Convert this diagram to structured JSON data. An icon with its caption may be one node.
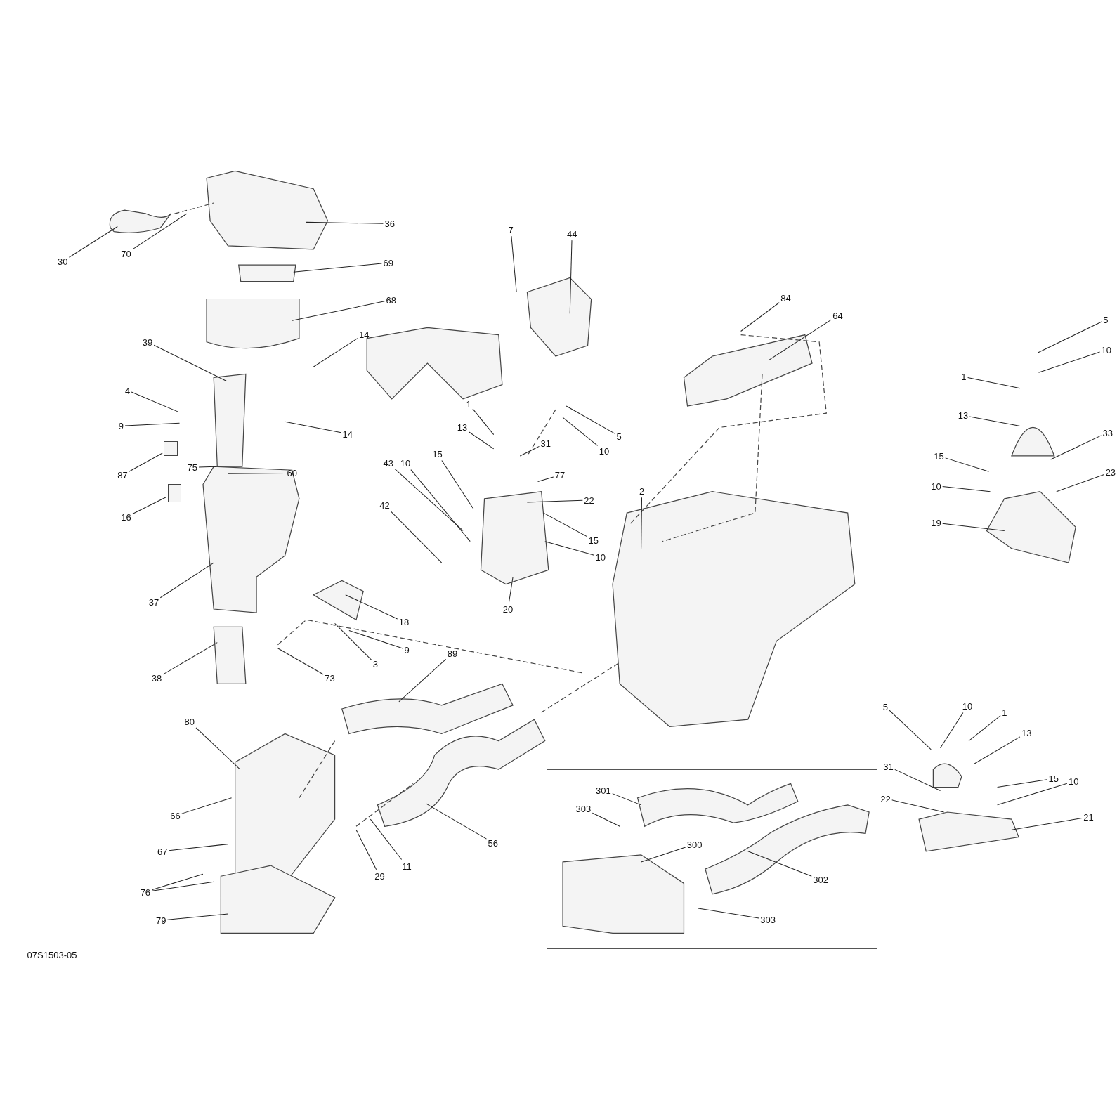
{
  "diagram": {
    "nodes": [
      {
        "text": [
          "30"
        ]
      },
      {
        "text": [
          "70"
        ]
      },
      {
        "text": [
          "36"
        ]
      },
      {
        "text": [
          "69"
        ]
      },
      {
        "text": [
          "68"
        ]
      },
      {
        "text": [
          "39"
        ]
      },
      {
        "text": [
          "14"
        ]
      },
      {
        "text": [
          "14"
        ]
      },
      {
        "text": [
          "4"
        ]
      },
      {
        "text": [
          "9"
        ]
      },
      {
        "text": [
          "87"
        ]
      },
      {
        "text": [
          "75"
        ]
      },
      {
        "text": [
          "60"
        ]
      },
      {
        "text": [
          "16"
        ]
      },
      {
        "text": [
          "37"
        ]
      },
      {
        "text": [
          "38"
        ]
      },
      {
        "text": [
          "73"
        ]
      },
      {
        "text": [
          "3"
        ]
      },
      {
        "text": [
          "9"
        ]
      },
      {
        "text": [
          "18"
        ]
      },
      {
        "text": [
          "7"
        ]
      },
      {
        "text": [
          "44"
        ]
      },
      {
        "text": [
          "1"
        ]
      },
      {
        "text": [
          "13"
        ]
      },
      {
        "text": [
          "5"
        ]
      },
      {
        "text": [
          "10"
        ]
      },
      {
        "text": [
          "31"
        ]
      },
      {
        "text": [
          "15"
        ]
      },
      {
        "text": [
          "10"
        ]
      },
      {
        "text": [
          "43"
        ]
      },
      {
        "text": [
          "77"
        ]
      },
      {
        "text": [
          "22"
        ]
      },
      {
        "text": [
          "42"
        ]
      },
      {
        "text": [
          "15"
        ]
      },
      {
        "text": [
          "10"
        ]
      },
      {
        "text": [
          "20"
        ]
      },
      {
        "text": [
          "84"
        ]
      },
      {
        "text": [
          "64"
        ]
      },
      {
        "text": [
          "2"
        ]
      },
      {
        "text": [
          "5"
        ]
      },
      {
        "text": [
          "10"
        ]
      },
      {
        "text": [
          "1"
        ]
      },
      {
        "text": [
          "13"
        ]
      },
      {
        "text": [
          "33"
        ]
      },
      {
        "text": [
          "15"
        ]
      },
      {
        "text": [
          "23"
        ]
      },
      {
        "text": [
          "10"
        ]
      },
      {
        "text": [
          "19"
        ]
      },
      {
        "text": [
          "89"
        ]
      },
      {
        "text": [
          "80"
        ]
      },
      {
        "text": [
          "66"
        ]
      },
      {
        "text": [
          "67"
        ]
      },
      {
        "text": [
          "76"
        ]
      },
      {
        "text": [
          "79"
        ]
      },
      {
        "text": [
          "29"
        ]
      },
      {
        "text": [
          "11"
        ]
      },
      {
        "text": [
          "56"
        ]
      },
      {
        "text": [
          "5"
        ]
      },
      {
        "text": [
          "10"
        ]
      },
      {
        "text": [
          "1"
        ]
      },
      {
        "text": [
          "13"
        ]
      },
      {
        "text": [
          "31"
        ]
      },
      {
        "text": [
          "15"
        ]
      },
      {
        "text": [
          "10"
        ]
      },
      {
        "text": [
          "22"
        ]
      },
      {
        "text": [
          "21"
        ]
      },
      {
        "text": [],
        "shape": "box"
      },
      {
        "text": [
          "301"
        ],
        "in": 66
      },
      {
        "text": [
          "303"
        ],
        "in": 66
      },
      {
        "text": [
          "300"
        ],
        "in": 66
      },
      {
        "text": [
          "302"
        ],
        "in": 66
      },
      {
        "text": [
          "303"
        ],
        "in": 66
      },
      {
        "text": [],
        "shape": "box"
      },
      {
        "text": [],
        "shape": "box"
      }
    ],
    "edges": [
      {
        "from": 0,
        "to": null,
        "arrow": "none"
      },
      {
        "from": 1,
        "to": null,
        "arrow": "none"
      },
      {
        "from": 2,
        "to": null,
        "arrow": "none"
      },
      {
        "from": 3,
        "to": null,
        "arrow": "none"
      },
      {
        "from": 4,
        "to": null,
        "arrow": "none"
      },
      {
        "from": 5,
        "to": null,
        "arrow": "none"
      },
      {
        "from": 6,
        "to": null,
        "arrow": "none"
      },
      {
        "from": 7,
        "to": null,
        "arrow": "none"
      },
      {
        "from": 8,
        "to": null,
        "arrow": "none"
      },
      {
        "from": 9,
        "to": null,
        "arrow": "none"
      },
      {
        "from": 10,
        "to": 72,
        "arrow": "none"
      },
      {
        "from": 11,
        "to": null,
        "arrow": "none"
      },
      {
        "from": 12,
        "to": null,
        "arrow": "none"
      },
      {
        "from": 13,
        "to": 73,
        "arrow": "none"
      },
      {
        "from": 14,
        "to": null,
        "arrow": "none"
      },
      {
        "from": 15,
        "to": null,
        "arrow": "none"
      },
      {
        "from": 16,
        "to": null,
        "arrow": "none"
      },
      {
        "from": 17,
        "to": null,
        "arrow": "none"
      },
      {
        "from": 18,
        "to": null,
        "arrow": "none"
      },
      {
        "from": 19,
        "to": null,
        "arrow": "none"
      },
      {
        "from": 20,
        "to": null,
        "arrow": "none"
      },
      {
        "from": 21,
        "to": null,
        "arrow": "none"
      },
      {
        "from": 22,
        "to": null,
        "arrow": "none"
      },
      {
        "from": 23,
        "to": null,
        "arrow": "none"
      },
      {
        "from": 24,
        "to": null,
        "arrow": "none"
      },
      {
        "from": 25,
        "to": null,
        "arrow": "none"
      },
      {
        "from": 26,
        "to": null,
        "arrow": "none"
      },
      {
        "from": 27,
        "to": null,
        "arrow": "none"
      },
      {
        "from": 28,
        "to": null,
        "arrow": "none"
      },
      {
        "from": 29,
        "to": null,
        "arrow": "none"
      },
      {
        "from": 30,
        "to": null,
        "arrow": "none"
      },
      {
        "from": 31,
        "to": null,
        "arrow": "none"
      },
      {
        "from": 32,
        "to": null,
        "arrow": "none"
      },
      {
        "from": 33,
        "to": null,
        "arrow": "none"
      },
      {
        "from": 34,
        "to": null,
        "arrow": "none"
      },
      {
        "from": 35,
        "to": null,
        "arrow": "none"
      },
      {
        "from": 36,
        "to": null,
        "arrow": "none"
      },
      {
        "from": 37,
        "to": null,
        "arrow": "none"
      },
      {
        "from": 38,
        "to": null,
        "arrow": "none"
      },
      {
        "from": 39,
        "to": null,
        "arrow": "none"
      },
      {
        "from": 40,
        "to": null,
        "arrow": "none"
      },
      {
        "from": 41,
        "to": null,
        "arrow": "none"
      },
      {
        "from": 42,
        "to": null,
        "arrow": "none"
      },
      {
        "from": 43,
        "to": null,
        "arrow": "none"
      },
      {
        "from": 44,
        "to": null,
        "arrow": "none"
      },
      {
        "from": 45,
        "to": null,
        "arrow": "none"
      },
      {
        "from": 46,
        "to": null,
        "arrow": "none"
      },
      {
        "from": 47,
        "to": null,
        "arrow": "none"
      },
      {
        "from": 48,
        "to": null,
        "arrow": "none"
      },
      {
        "from": 49,
        "to": null,
        "arrow": "none"
      },
      {
        "from": 50,
        "to": null,
        "arrow": "none"
      },
      {
        "from": 51,
        "to": null,
        "arrow": "none"
      },
      {
        "from": 52,
        "to": null,
        "arrow": "none"
      },
      {
        "from": 52,
        "to": null,
        "arrow": "none"
      },
      {
        "from": 53,
        "to": null,
        "arrow": "none"
      },
      {
        "from": 54,
        "to": null,
        "arrow": "none"
      },
      {
        "from": 55,
        "to": null,
        "arrow": "none"
      },
      {
        "from": 56,
        "to": null,
        "arrow": "none"
      },
      {
        "from": 57,
        "to": null,
        "arrow": "none"
      },
      {
        "from": 58,
        "to": null,
        "arrow": "none"
      },
      {
        "from": 59,
        "to": null,
        "arrow": "none"
      },
      {
        "from": 60,
        "to": null,
        "arrow": "none"
      },
      {
        "from": 61,
        "to": null,
        "arrow": "none"
      },
      {
        "from": 62,
        "to": null,
        "arrow": "none"
      },
      {
        "from": 63,
        "to": null,
        "arrow": "none"
      },
      {
        "from": 64,
        "to": null,
        "arrow": "none"
      },
      {
        "from": 65,
        "to": null,
        "arrow": "none"
      },
      {
        "from": 67,
        "to": null,
        "arrow": "none"
      },
      {
        "from": 68,
        "to": null,
        "arrow": "none"
      },
      {
        "from": 69,
        "to": null,
        "arrow": "none"
      },
      {
        "from": 70,
        "to": null,
        "arrow": "none"
      },
      {
        "from": 71,
        "to": null,
        "arrow": "none"
      }
    ],
    "labels": [
      "07S1503-05"
    ]
  }
}
